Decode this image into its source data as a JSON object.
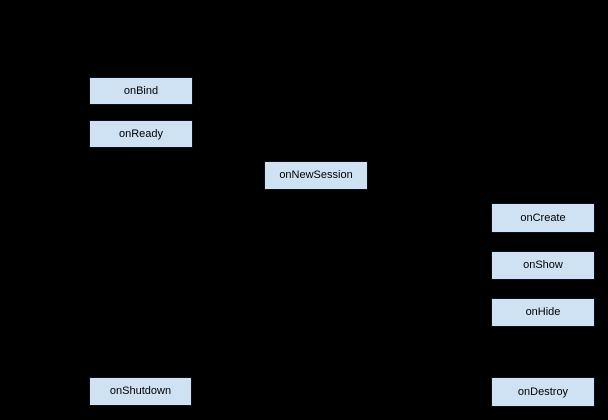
{
  "diagram": {
    "background_color": "#000000",
    "node_fill_color": "#cfe2f3",
    "node_border_color": "#0d1117",
    "node_text_color": "#000000",
    "nodes": [
      {
        "label": "onBind"
      },
      {
        "label": "onReady"
      },
      {
        "label": "onNewSession"
      },
      {
        "label": "onCreate"
      },
      {
        "label": "onShow"
      },
      {
        "label": "onHide"
      },
      {
        "label": "onShutdown"
      },
      {
        "label": "onDestroy"
      }
    ]
  }
}
